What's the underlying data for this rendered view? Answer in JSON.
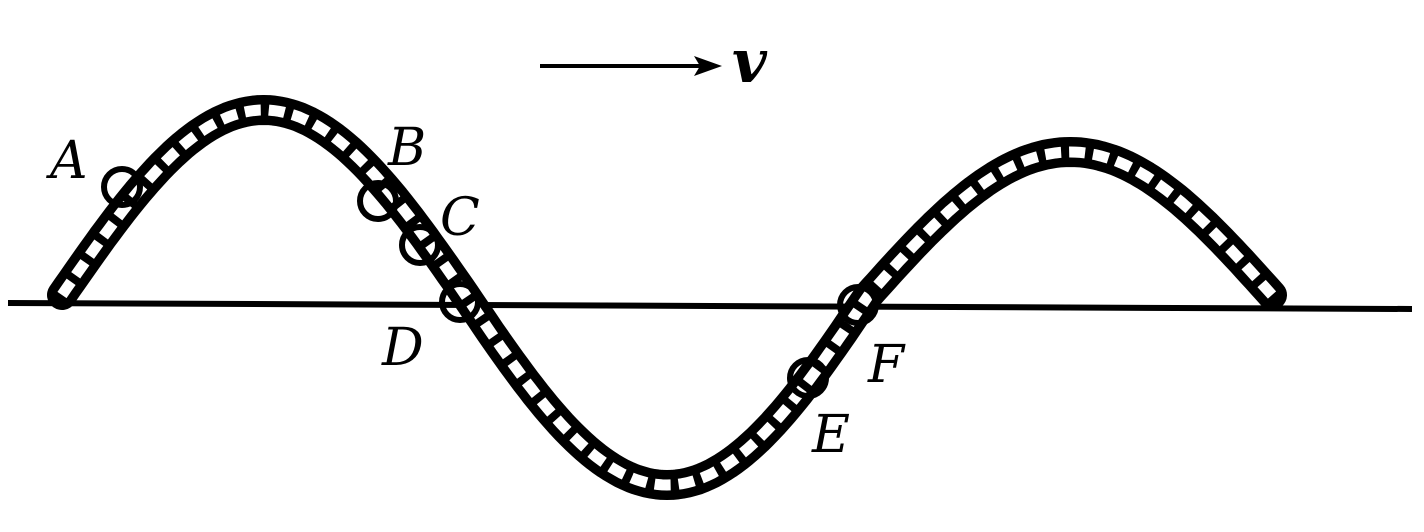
{
  "diagram": {
    "velocity_label": "v",
    "points": [
      {
        "id": "A",
        "label": "A"
      },
      {
        "id": "B",
        "label": "B"
      },
      {
        "id": "C",
        "label": "C"
      },
      {
        "id": "D",
        "label": "D"
      },
      {
        "id": "E",
        "label": "E"
      },
      {
        "id": "F",
        "label": "F"
      }
    ]
  },
  "colors": {
    "ink": "#000000",
    "paper": "#ffffff"
  }
}
